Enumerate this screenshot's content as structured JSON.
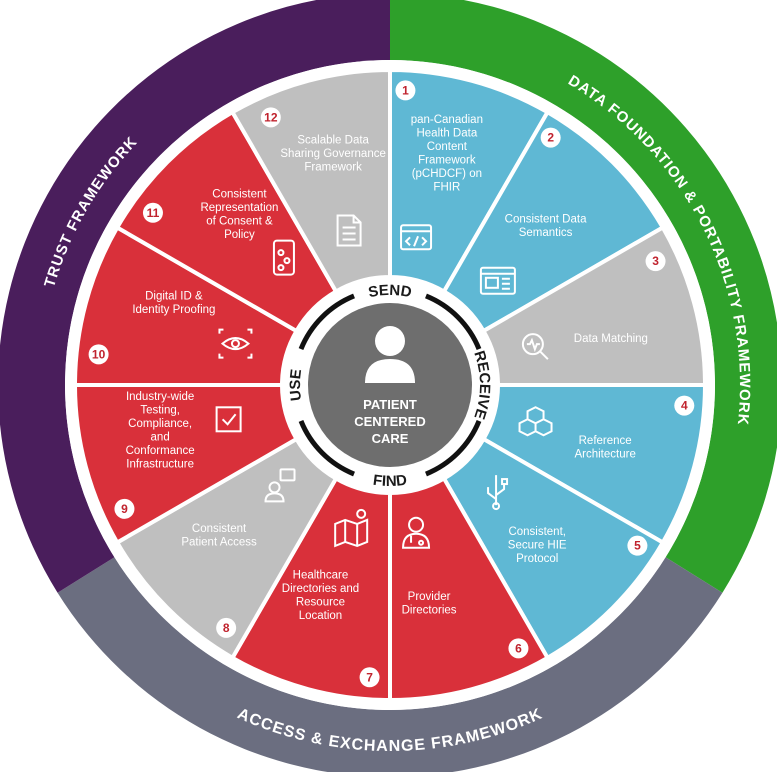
{
  "frameworks": {
    "trust": "TRUST FRAMEWORK",
    "data_foundation": "DATA FOUNDATION & PORTABILITY FRAMEWORK",
    "access_exchange": "ACCESS & EXCHANGE FRAMEWORK"
  },
  "ring_words": {
    "send": "SEND",
    "receive": "RECEIVE",
    "find": "FIND",
    "use": "USE"
  },
  "center": {
    "line1": "PATIENT",
    "line2": "CENTERED",
    "line3": "CARE",
    "icon": "person-icon"
  },
  "segments": [
    {
      "num": "1",
      "lines": [
        "pan-Canadian",
        "Health Data",
        "Content",
        "Framework",
        "(pCHDCF) on",
        "FHIR"
      ],
      "icon": "code-window-icon",
      "color": "#5fb8d4"
    },
    {
      "num": "2",
      "lines": [
        "Consistent Data",
        "Semantics"
      ],
      "icon": "browser-image-icon",
      "color": "#5fb8d4"
    },
    {
      "num": "3",
      "lines": [
        "Data Matching"
      ],
      "icon": "magnifier-pulse-icon",
      "color": "#bfbfbf"
    },
    {
      "num": "4",
      "lines": [
        "Reference",
        "Architecture"
      ],
      "icon": "cubes-icon",
      "color": "#5fb8d4"
    },
    {
      "num": "5",
      "lines": [
        "Consistent,",
        "Secure HIE",
        "Protocol"
      ],
      "icon": "usb-icon",
      "color": "#5fb8d4"
    },
    {
      "num": "6",
      "lines": [
        "Provider",
        "Directories"
      ],
      "icon": "doctor-icon",
      "color": "#d9303a"
    },
    {
      "num": "7",
      "lines": [
        "Healthcare",
        "Directories and",
        "Resource",
        "Location"
      ],
      "icon": "map-pin-icon",
      "color": "#d9303a"
    },
    {
      "num": "8",
      "lines": [
        "Consistent",
        "Patient Access"
      ],
      "icon": "user-chat-icon",
      "color": "#bfbfbf"
    },
    {
      "num": "9",
      "lines": [
        "Industry-wide",
        "Testing,",
        "Compliance,",
        "and",
        "Conformance",
        "Infrastructure"
      ],
      "icon": "checkbox-icon",
      "color": "#d9303a"
    },
    {
      "num": "10",
      "lines": [
        "Digital ID &",
        "Identity Proofing"
      ],
      "icon": "eye-scan-icon",
      "color": "#d9303a"
    },
    {
      "num": "11",
      "lines": [
        "Consistent",
        "Representation",
        "of Consent &",
        "Policy"
      ],
      "icon": "phone-network-icon",
      "color": "#d9303a"
    },
    {
      "num": "12",
      "lines": [
        "Scalable Data",
        "Sharing Governance",
        "Framework"
      ],
      "icon": "document-icon",
      "color": "#bfbfbf"
    }
  ],
  "colors": {
    "trust": "#4a1e5c",
    "data_foundation": "#2ea02a",
    "access_exchange": "#6b6e80",
    "blue": "#5fb8d4",
    "red": "#d9303a",
    "gray": "#bfbfbf",
    "center": "#6e6e6e"
  }
}
